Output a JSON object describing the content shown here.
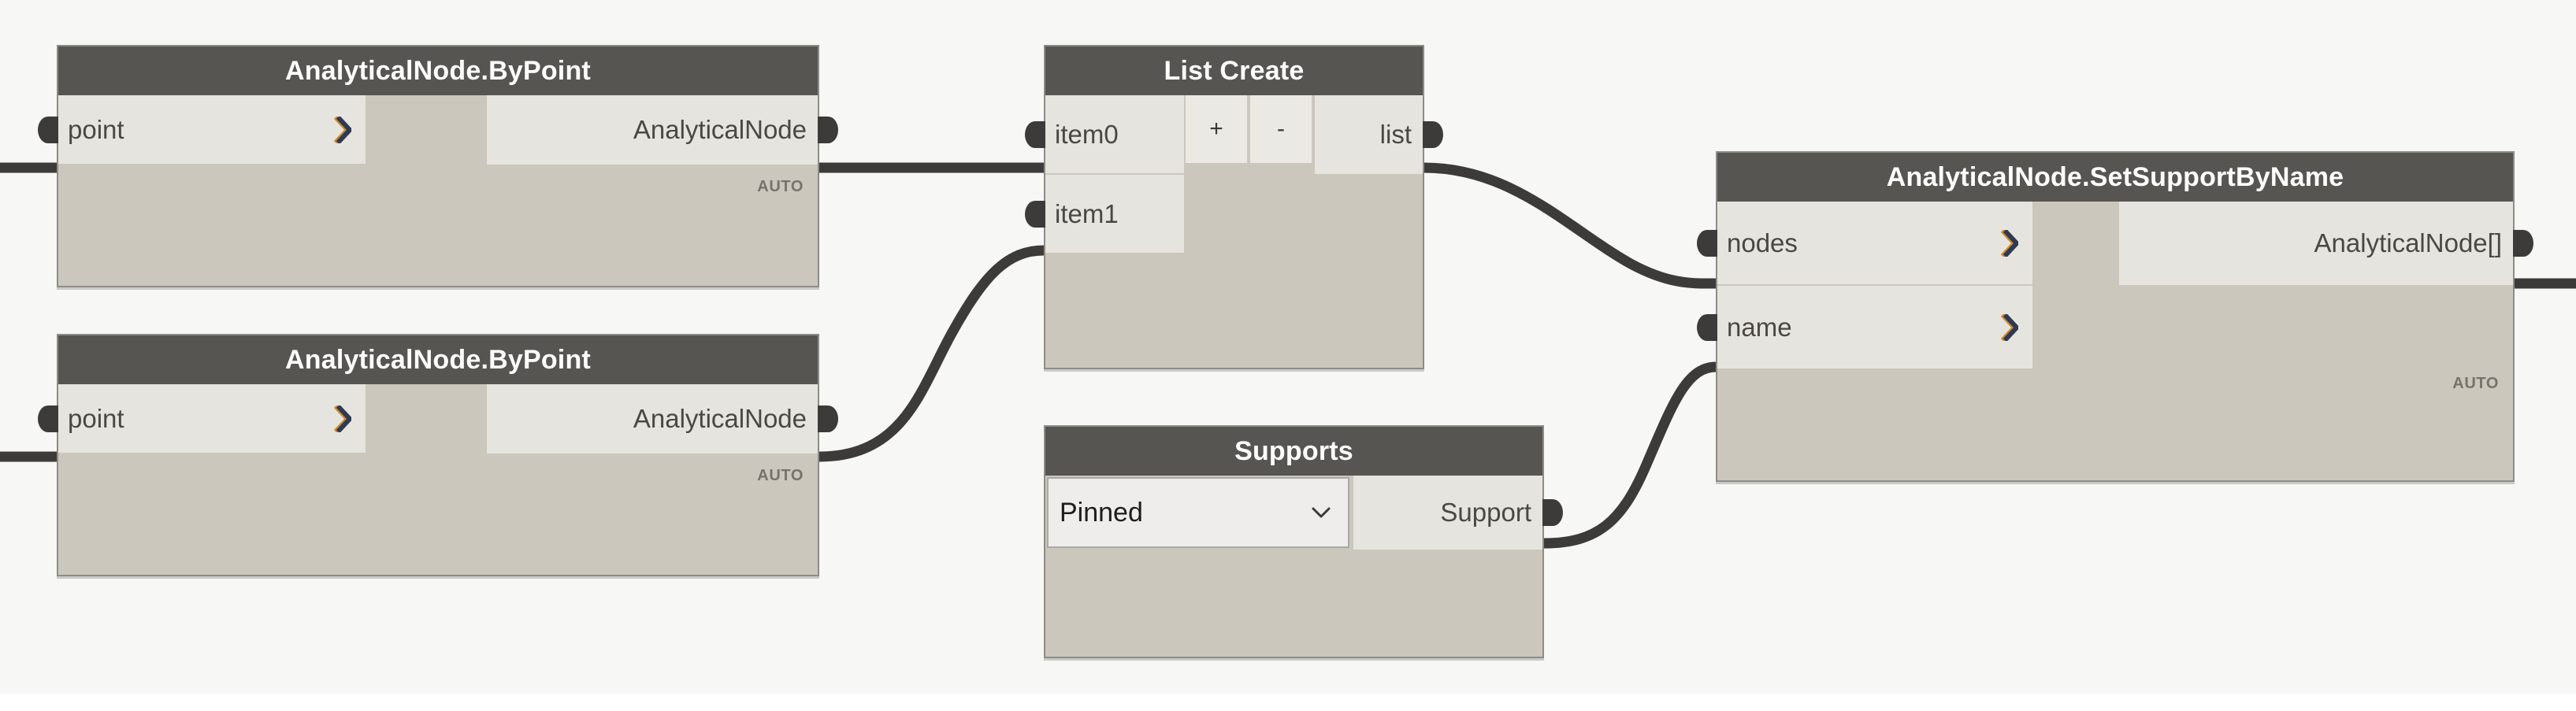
{
  "canvas": {
    "background": "#f7f7f6",
    "wire_color": "#3c3b39",
    "header_color": "#575552",
    "body_color": "#cbc7bd",
    "port_color": "#e6e4de",
    "chevron_color": "#2f3a52",
    "chevron_accent": "#d08a2e"
  },
  "nodes": [
    {
      "id": "analytical-node-by-point-1",
      "title": "AnalyticalNode.ByPoint",
      "inputs": [
        {
          "label": "point",
          "has_chevron": true
        }
      ],
      "outputs": [
        {
          "label": "AnalyticalNode"
        }
      ],
      "footer_badge": "AUTO"
    },
    {
      "id": "analytical-node-by-point-2",
      "title": "AnalyticalNode.ByPoint",
      "inputs": [
        {
          "label": "point",
          "has_chevron": true
        }
      ],
      "outputs": [
        {
          "label": "AnalyticalNode"
        }
      ],
      "footer_badge": "AUTO"
    },
    {
      "id": "list-create",
      "title": "List Create",
      "inputs": [
        {
          "label": "item0",
          "has_chevron": false
        },
        {
          "label": "item1",
          "has_chevron": false
        }
      ],
      "outputs": [
        {
          "label": "list"
        }
      ],
      "buttons": [
        {
          "label": "+",
          "name": "add-port-button"
        },
        {
          "label": "-",
          "name": "remove-port-button"
        }
      ],
      "footer_badge": ""
    },
    {
      "id": "supports",
      "title": "Supports",
      "dropdown": {
        "value": "Pinned",
        "caret": "chevron-down-icon"
      },
      "outputs": [
        {
          "label": "Support"
        }
      ],
      "footer_badge": ""
    },
    {
      "id": "analytical-node-set-support-by-name",
      "title": "AnalyticalNode.SetSupportByName",
      "inputs": [
        {
          "label": "nodes",
          "has_chevron": true
        },
        {
          "label": "name",
          "has_chevron": true
        }
      ],
      "outputs": [
        {
          "label": "AnalyticalNode[]"
        }
      ],
      "footer_badge": "AUTO"
    }
  ],
  "connections": [
    {
      "from": "analytical-node-by-point-1.AnalyticalNode",
      "to": "list-create.item0"
    },
    {
      "from": "analytical-node-by-point-2.AnalyticalNode",
      "to": "list-create.item1"
    },
    {
      "from": "list-create.list",
      "to": "analytical-node-set-support-by-name.nodes"
    },
    {
      "from": "supports.Support",
      "to": "analytical-node-set-support-by-name.name"
    }
  ]
}
